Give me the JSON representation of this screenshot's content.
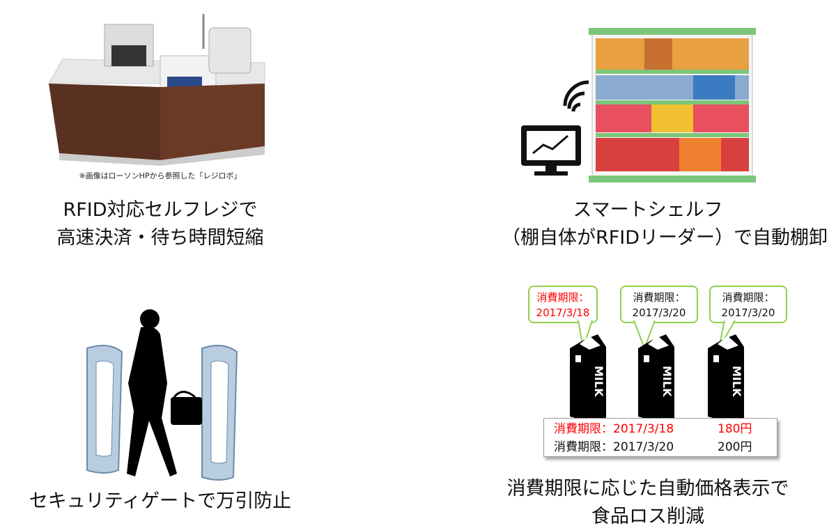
{
  "top_left": {
    "image_note": "※画像はローソンHPから参照した「レジロボ」",
    "caption_line1": "RFID対応セルフレジで",
    "caption_line2": "高速決済・待ち時間短縮"
  },
  "top_right": {
    "caption_line1": "スマートシェルフ",
    "caption_line2": "（棚自体がRFIDリーダー）で自動棚卸"
  },
  "bottom_left": {
    "caption": "セキュリティゲートで万引防止"
  },
  "bottom_right": {
    "callouts": [
      {
        "label": "消費期限：",
        "date": "2017/3/18",
        "highlight": true
      },
      {
        "label": "消費期限：",
        "date": "2017/3/20",
        "highlight": false
      },
      {
        "label": "消費期限：",
        "date": "2017/3/20",
        "highlight": false
      }
    ],
    "carton_text": "MILK",
    "price_board": [
      {
        "label": "消費期限：",
        "date": "2017/3/18",
        "price": "180円",
        "highlight": true
      },
      {
        "label": "消費期限：",
        "date": "2017/3/20",
        "price": "200円",
        "highlight": false
      }
    ],
    "caption_line1": "消費期限に応じた自動価格表示で",
    "caption_line2": "食品ロス削減"
  },
  "colors": {
    "highlight": "#ff0000",
    "callout_border": "#92d050",
    "counter_wood": "#5a3020"
  }
}
